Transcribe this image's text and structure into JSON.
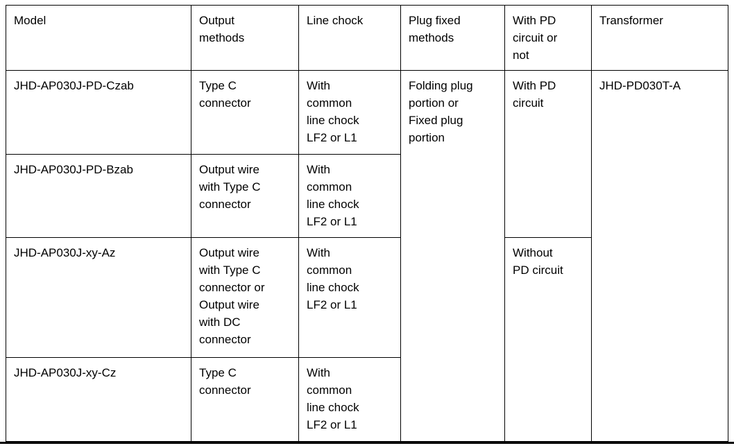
{
  "document": {
    "type": "specification-table",
    "background_color": "#ffffff",
    "text_color": "#000000",
    "border_color": "#000000"
  },
  "table": {
    "columns": [
      {
        "key": "model",
        "header": "Model"
      },
      {
        "key": "output",
        "header": "Output\nmethods"
      },
      {
        "key": "chock",
        "header": "Line chock"
      },
      {
        "key": "plug",
        "header": "Plug fixed\nmethods"
      },
      {
        "key": "pd",
        "header": "With PD\ncircuit or\nnot"
      },
      {
        "key": "transformer",
        "header": "Transformer"
      }
    ],
    "rows": [
      {
        "model": "JHD-AP030J-PD-Czab",
        "output": "Type C\nconnector",
        "chock": "With\ncommon\nline chock\nLF2 or L1"
      },
      {
        "model": "JHD-AP030J-PD-Bzab",
        "output": "Output wire\nwith Type C\nconnector",
        "chock": "With\ncommon\nline chock\nLF2 or L1"
      },
      {
        "model": "JHD-AP030J-xy-Az",
        "output": "Output wire\nwith Type C\nconnector or\nOutput wire\nwith DC\nconnector",
        "chock": "With\ncommon\nline chock\nLF2 or L1"
      },
      {
        "model": "JHD-AP030J-xy-Cz",
        "output": "Type C\nconnector",
        "chock": "With\ncommon\nline chock\nLF2 or L1"
      }
    ],
    "merged_cells": {
      "plug_all_rows": "Folding plug\nportion or\nFixed plug\nportion",
      "pd_rows_1_2": "With PD\ncircuit",
      "pd_rows_3_4": "Without\nPD circuit",
      "transformer_all_rows": "JHD-PD030T-A"
    }
  }
}
